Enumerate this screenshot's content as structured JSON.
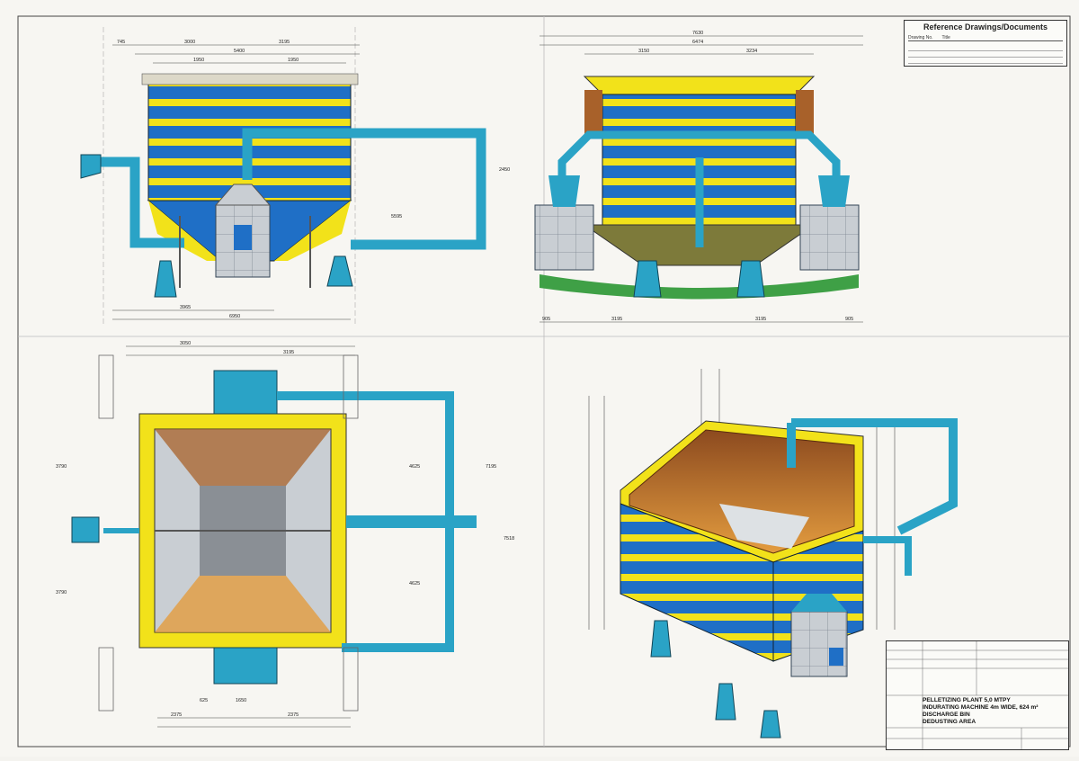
{
  "reference_block": {
    "title": "Reference Drawings/Documents",
    "col_number": "Drawing No.",
    "col_title": "Title"
  },
  "title_block": {
    "line1": "PELLETIZING PLANT 5,0 MTPY",
    "line2": "INDURATING MACHINE 4m WIDE, 624 m²",
    "line3": "DISCHARGE BIN",
    "line4": "DEDUSTING AREA"
  },
  "dimensions": {
    "v1_top_left": "745",
    "v1_top_a": "3000",
    "v1_top_b": "3195",
    "v1_mid": "5400",
    "v1_sub_a": "1950",
    "v1_sub_b": "1950",
    "v1_bottom_a": "3965",
    "v1_bottom_b": "6950",
    "v1_side": "5595",
    "v2_top_a": "7630",
    "v2_top_b": "6474",
    "v2_top_c": "3150",
    "v2_top_d": "3234",
    "v2_bottom_a": "905",
    "v2_bottom_b": "3195",
    "v2_bottom_c": "3195",
    "v2_bottom_d": "905",
    "v2_side": "2450",
    "v3_top_a": "3050",
    "v3_top_b": "3195",
    "v3_right_a": "4625",
    "v3_right_b": "4625",
    "v3_right_c": "7195",
    "v3_right_d": "7518",
    "v3_left_a": "3790",
    "v3_left_b": "3790",
    "v3_bottom_a": "625",
    "v3_bottom_b": "1650",
    "v3_bottom_c": "2375",
    "v3_bottom_d": "2375"
  },
  "colors": {
    "steel_blue": "#1f6fc6",
    "panel_yellow": "#f2e21a",
    "duct_cyan": "#2aa3c6",
    "refractory_brown": "#a8612a",
    "panel_gray": "#c9ced3",
    "olive": "#7d7a3a",
    "green_base": "#3fa046"
  }
}
